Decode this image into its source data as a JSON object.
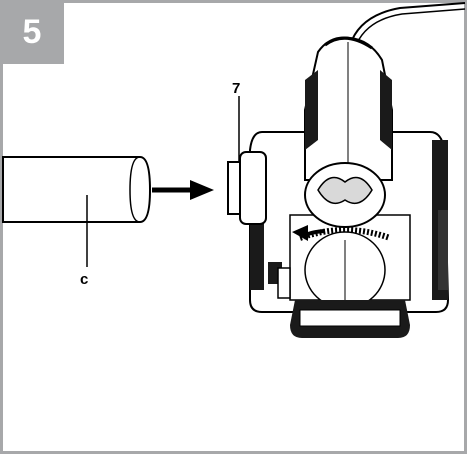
{
  "figure": {
    "number": "5"
  },
  "labels": {
    "part_7": "7",
    "part_c": "c"
  },
  "colors": {
    "frame": "#a7a8aa",
    "badge_text": "#ffffff",
    "line": "#000000",
    "device_fill": "#ffffff",
    "device_dark": "#1a1a1a"
  },
  "icons": {
    "arrow": "right-arrow",
    "rotation": "curved-arrow-left"
  }
}
